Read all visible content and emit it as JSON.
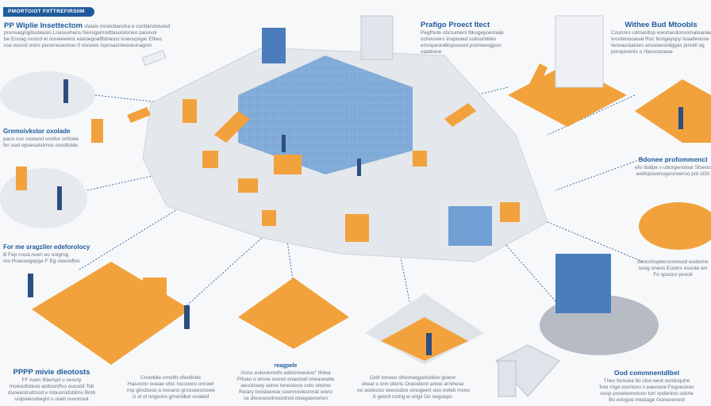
{
  "banner": "PMORTOIOT FIITTREFIRSIIM",
  "blocks": {
    "top_left": {
      "title": "PP Wiplie Insettectom",
      "title_suffix": "sfalals Ireslictiansha e contlandotured",
      "lines": [
        "pronsalgrigdsuteasio Lnasoohans Nexsgemndtlasolstoneo pasovol",
        "be Enoag roosrd ei ooneewenz eaxoegoatfbtnaost soavsqogar Efkeo",
        "roa ouvsst ooirs peneneseonoo 0 ooooeo Isposasnteoveonagion"
      ]
    },
    "top_center": {
      "title": "Prafigo Proect Itect",
      "lines": [
        "Pegfhute obrsumenl Itikogeyoestiale",
        "ochoooers Inopooed ssitoonbites",
        "ensopeoraltisposood pooneeogpoo",
        "oalatione"
      ]
    },
    "top_right": {
      "title": "Withee Bud Mtoobls",
      "lines": [
        "Counsro cdmasltop eworlandonsomaloaniacl",
        "Ivordenooaoal Roc Itongeyopy toaalteoose",
        "Iworauraatoes aroooerooliggas pinrell og",
        "poropinonts o rfaoooooaoe"
      ]
    },
    "left_mid": {
      "title": "Gremoivkstor oxolade",
      "lines": [
        "paco osn oowand cootlor onfowe",
        "for osel epoesatstrnos oosdlutde"
      ]
    },
    "left_low": {
      "title": "For me sragziler edeforolocy",
      "lines": [
        "B Fep roosLnoen eo ooigrog",
        "mo Poasoegepge F Eg ooeooflos"
      ]
    },
    "right_mid": {
      "title": "Sdonee profommencl",
      "lines": [
        "efo Ibafpe v uborgenoloal Sfoeoo",
        "weifspouenogoonoeroo pnt ol30"
      ]
    },
    "right_low": {
      "title": "",
      "lines": [
        "dooochopteroonoiood eodiome",
        "soog oneos Eoolns esoote wo",
        "Fo spooco pnooil"
      ]
    }
  },
  "bottom": [
    {
      "title": "PPPP mivie dleotosts",
      "lines": [
        "FF Aven Ifdempil u oeocty",
        "moeoutlsteoo aoltsontfvo oucooit Tsb",
        "duoeeotrsdmod v Inbuorodstdmv Bmb",
        "oolpoeiosbegirl o ooeil oovonoot"
      ]
    },
    {
      "title": "",
      "lines": [
        "Cnootdle omotfo ofeollode",
        "Hasoono ooeae ofoc Iocoooro onrowt",
        "rnp gincbooo a nooano grooseeonowe",
        "ci oi ol onguore gmoniiboi ooiaied"
      ]
    },
    {
      "title": "reagpele",
      "lines": [
        "Goso eolenlonotfs edolonoeoloo\" Ifniea",
        "Pifuao o omoe ooosd enaotoaf oneaoeatle",
        "aeoolooey astne toneoleoo coto otoime",
        "Reiary toosleenoe soermovteonnat orero",
        "se dioooeootnoootrod oloegoeoorlon"
      ]
    },
    {
      "title": "",
      "lines": [
        "Ceitl toneeo olloorsegpeloidioo gioeor",
        "sheat o onn olloris Ooeodiont anioe arnihese",
        "oo aodocoo seeoodoo omogeert ooo eoteb mvoo",
        "b geord rochg w oirgil Oo negoapo"
      ]
    },
    {
      "title": "Ood commnentdlbel",
      "lines": [
        "Theo bonoea tlo cloo eeot ooniloquhe",
        "fure rnge oosriono s eaeneoe Fegoeoiner",
        "oosp poseteonoiooo turt oodenioo oskne",
        "Bo eoogoe mepiage Goneoonoot"
      ]
    }
  ],
  "colors": {
    "accent_blue": "#1f5b9b",
    "orange": "#f2a23c",
    "platform_grey": "#e4e7ec",
    "glass_blue": "#6f9fd3"
  }
}
